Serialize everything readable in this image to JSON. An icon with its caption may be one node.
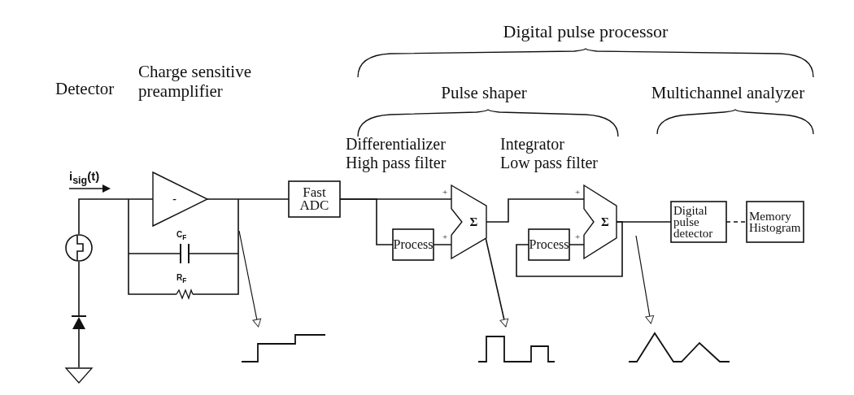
{
  "diagram": {
    "nodes": [
      {
        "text": [],
        "shape": "circle"
      },
      {
        "text": [
          "-"
        ]
      },
      {
        "text": [
          "Fast ADC"
        ]
      },
      {
        "text": [
          "Process"
        ]
      },
      {
        "text": [
          "Σ"
        ]
      },
      {
        "text": [
          "Process"
        ]
      },
      {
        "text": [
          "Σ"
        ]
      },
      {
        "text": [
          "Digital pulse detector"
        ]
      },
      {
        "text": [
          "Memory Histogram"
        ]
      },
      {
        "text": [],
        "shape": "diode"
      },
      {
        "text": [],
        "shape": "waveform"
      },
      {
        "text": [],
        "shape": "waveform"
      },
      {
        "text": [],
        "shape": "waveform"
      },
      {
        "text": [],
        "shape": "ground"
      }
    ],
    "edges": [
      {
        "from": 0,
        "to": 1,
        "arrow": "none"
      },
      {
        "from": 1,
        "to": 2,
        "arrow": "none"
      },
      {
        "from": 2,
        "to": 4,
        "arrow": "none"
      },
      {
        "from": 2,
        "to": 3,
        "arrow": "none"
      },
      {
        "from": 3,
        "to": 4,
        "arrow": "none"
      },
      {
        "from": 4,
        "to": 6,
        "arrow": "none"
      },
      {
        "from": 6,
        "to": 5,
        "arrow": "none"
      },
      {
        "from": 5,
        "to": 6,
        "arrow": "none"
      },
      {
        "from": 6,
        "to": 7,
        "arrow": "none"
      },
      {
        "from": 7,
        "to": 8,
        "arrow": "none",
        "style": "dashed"
      },
      {
        "from": 0,
        "to": 9,
        "arrow": "none"
      },
      {
        "from": 9,
        "to": 13,
        "arrow": "none"
      },
      {
        "from": null,
        "to": 10,
        "arrow": "to"
      },
      {
        "from": 4,
        "to": 11,
        "arrow": "to"
      },
      {
        "from": null,
        "to": 12,
        "arrow": "to"
      }
    ],
    "labels": [
      "Digital pulse processor",
      "Detector",
      "Charge sensitive preamplifier",
      "Pulse shaper",
      "Multichannel analyzer",
      "Differentializer",
      "Integrator",
      "High pass filter",
      "Low pass filter",
      "i$_{sig}$(t)",
      "+",
      "+",
      "+",
      "+",
      "C$_{F}$",
      "R$_{F}$"
    ]
  }
}
